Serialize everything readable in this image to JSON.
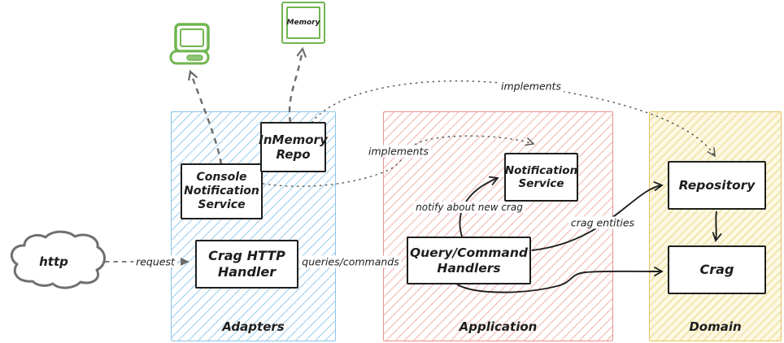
{
  "regions": {
    "adapters": {
      "label": "Adapters",
      "border_color": "#8ec4e8"
    },
    "application": {
      "label": "Application",
      "border_color": "#e8938b"
    },
    "domain": {
      "label": "Domain",
      "border_color": "#e7c463"
    }
  },
  "nodes": {
    "console_notification_service": {
      "label": "Console\nNotification\nService"
    },
    "inmemory_repo": {
      "label": "InMemory\nRepo"
    },
    "crag_http_handler": {
      "label": "Crag HTTP\nHandler"
    },
    "notification_service": {
      "label": "Notification\nService"
    },
    "query_command_handlers": {
      "label": "Query/Command\nHandlers"
    },
    "repository": {
      "label": "Repository"
    },
    "crag": {
      "label": "Crag"
    }
  },
  "external": {
    "http_cloud": {
      "label": "http"
    },
    "memory_box": {
      "label": "Memory"
    },
    "client_computer": {
      "icon": "computer-icon",
      "color": "#71b551"
    }
  },
  "edge_labels": {
    "request": "request",
    "queries_commands": "queries/commands",
    "implements_inmemory_repository": "implements",
    "implements_console_notification": "implements",
    "notify_about_new_crag": "notify about new crag",
    "crag_entities": "crag entities"
  },
  "colors": {
    "green_icon": "#71b551",
    "blue_region": "#8ec4e8",
    "red_region": "#e8938b",
    "yellow_region": "#e7c463",
    "gray_connector": "#6b6b6b",
    "black_stroke": "#1e1e1e"
  }
}
